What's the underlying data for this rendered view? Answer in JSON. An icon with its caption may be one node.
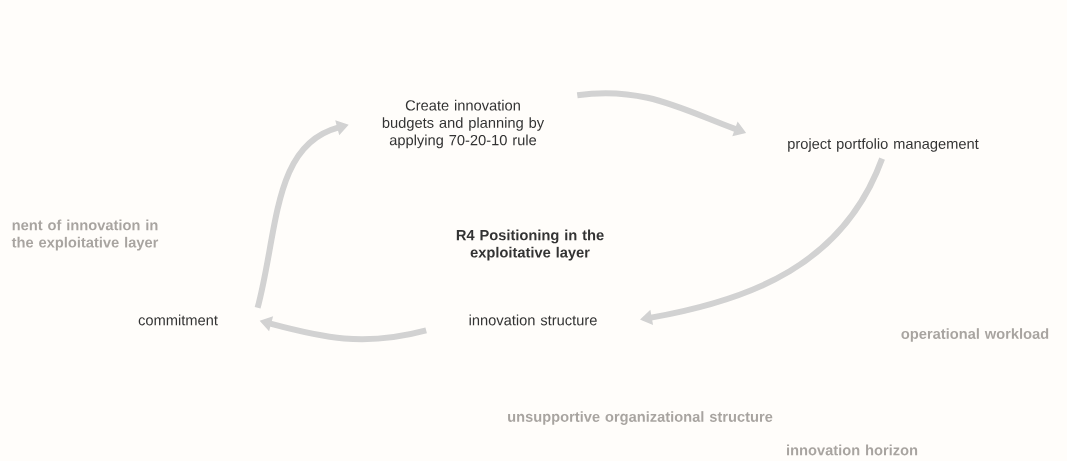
{
  "diagram": {
    "nodes": [
      {
        "text": [
          "Create innovation budgets and planning by applying 70-20-10 rule"
        ]
      },
      {
        "text": [
          "project portfolio management"
        ]
      },
      {
        "text": [
          "innovation structure"
        ]
      },
      {
        "text": [
          "commitment"
        ]
      }
    ],
    "edges": [
      {
        "from": 0,
        "to": 1,
        "arrow": "to"
      },
      {
        "from": 1,
        "to": 2,
        "arrow": "to"
      },
      {
        "from": 2,
        "to": 3,
        "arrow": "to"
      },
      {
        "from": 3,
        "to": 0,
        "arrow": "to"
      }
    ],
    "labels": [
      "R4 Positioning in the exploitative layer",
      "nent of innovation in the exploitative layer",
      "operational workload",
      "unsupportive organizational structure",
      "innovation horizon"
    ]
  }
}
